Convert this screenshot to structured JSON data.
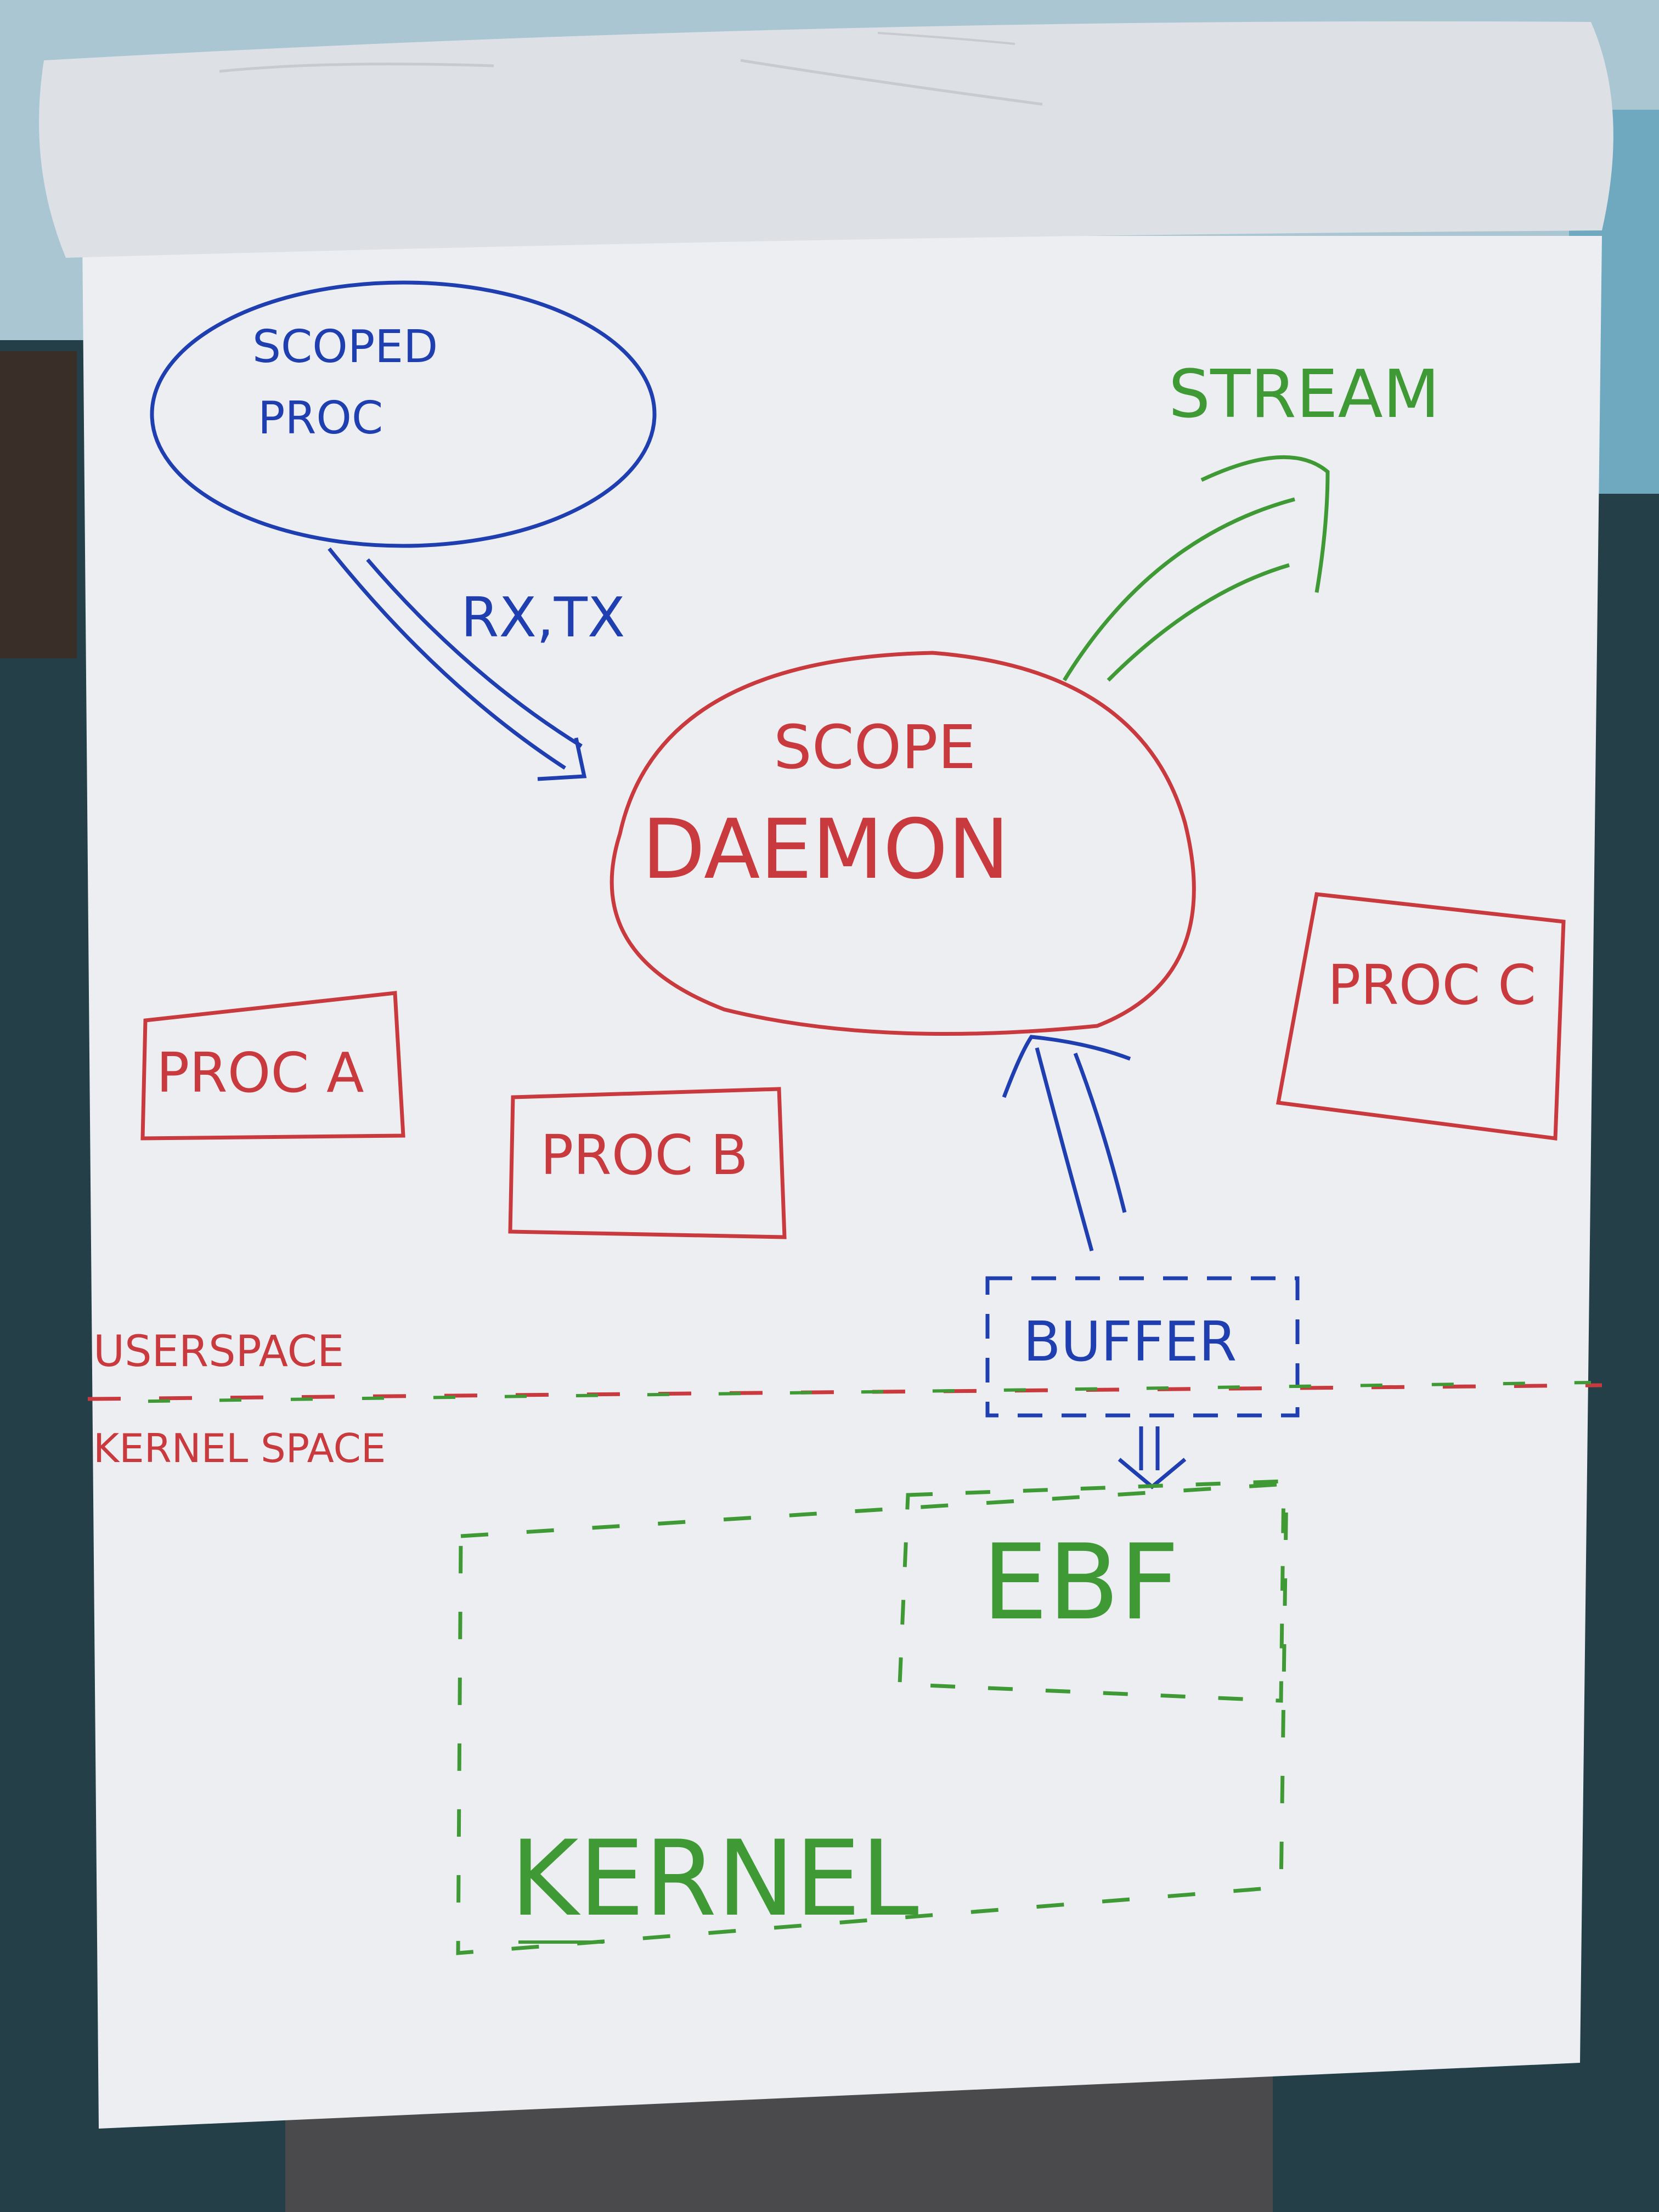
{
  "colors": {
    "blue": "#1f3fb0",
    "red": "#c93a3f",
    "green": "#3f9a36",
    "paper": "#f3f4f6"
  },
  "labels": {
    "scoped_proc_line1": "SCOPED",
    "scoped_proc_line2": "PROC",
    "rx_tx": "RX,TX",
    "stream": "STREAM",
    "scope_daemon_line1": "SCOPE",
    "scope_daemon_line2": "DAEMON",
    "proc_a": "PROC A",
    "proc_b": "PROC B",
    "proc_c": "PROC C",
    "buffer": "BUFFER",
    "userspace": "USERSPACE",
    "kernel_space": "KERNEL SPACE",
    "ebf": "EBF",
    "kernel": "KERNEL"
  }
}
